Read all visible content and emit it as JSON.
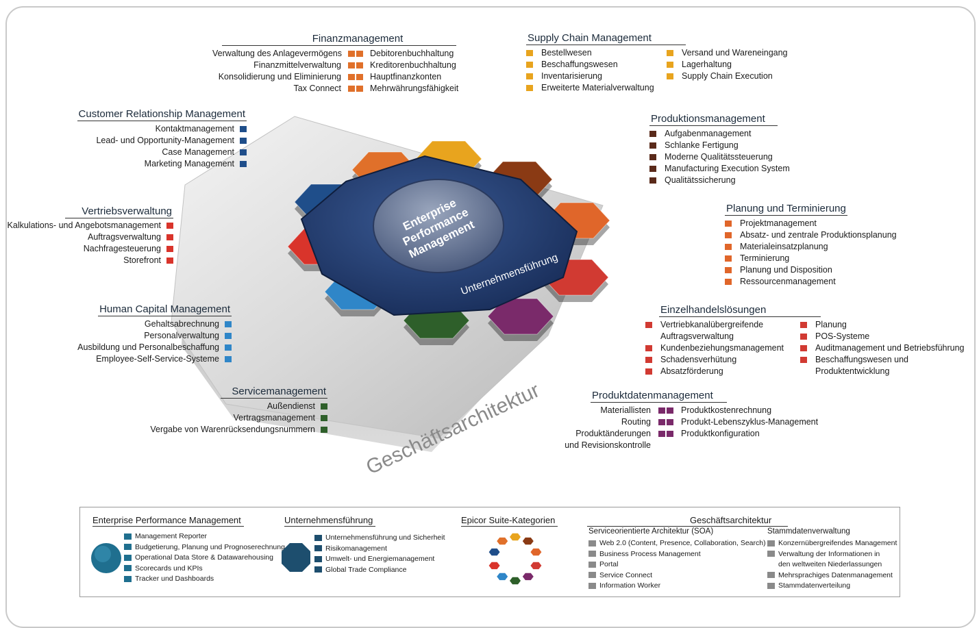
{
  "center": {
    "title_lines": [
      "Enterprise",
      "Performance",
      "Management"
    ],
    "ring_label": "Unternehmensführung",
    "base_label": "Geschäftsarchitektur"
  },
  "colors": {
    "finanz": "#e0702a",
    "scm": "#e8a41e",
    "crm": "#1f4e8a",
    "vertrieb": "#d9342b",
    "hcm": "#2f86c8",
    "service": "#2e5f2a",
    "produktion": "#5a2a1a",
    "planung": "#e0662a",
    "einzelhandel": "#d13a32",
    "produktdaten": "#7a2a6a",
    "epm": "#1f6f8f",
    "uf": "#1d4e6e",
    "ga": "#8a8a8a",
    "hub": "#1b3563"
  },
  "groups": {
    "finanz": {
      "title": "Finanzmanagement",
      "left": [
        "Verwaltung des Anlagevermögens",
        "Finanzmittelverwaltung",
        "Konsolidierung und Eliminierung",
        "Tax Connect"
      ],
      "right": [
        "Debitorenbuchhaltung",
        "Kreditorenbuchhaltung",
        "Hauptfinanzkonten",
        "Mehrwährungsfähigkeit"
      ]
    },
    "scm": {
      "title": "Supply Chain Management",
      "col1": [
        "Bestellwesen",
        "Beschaffungswesen",
        "Inventarisierung",
        "Erweiterte Materialverwaltung"
      ],
      "col2": [
        "Versand und Wareneingang",
        "Lagerhaltung",
        "Supply Chain Execution"
      ]
    },
    "crm": {
      "title": "Customer Relationship Management",
      "items": [
        "Kontaktmanagement",
        "Lead- und Opportunity-Management",
        "Case Management",
        "Marketing Management"
      ]
    },
    "produktion": {
      "title": "Produktionsmanagement",
      "items": [
        "Aufgabenmanagement",
        "Schlanke Fertigung",
        "Moderne Qualitätssteuerung",
        "Manufacturing Execution System",
        "Qualitätssicherung"
      ]
    },
    "vertrieb": {
      "title": "Vertriebsverwaltung",
      "items": [
        "Kalkulations- und Angebotsmanagement",
        "Auftragsverwaltung",
        "Nachfragesteuerung",
        "Storefront"
      ]
    },
    "planung": {
      "title": "Planung und Terminierung",
      "items": [
        "Projektmanagement",
        "Absatz- und zentrale Produktionsplanung",
        "Materialeinsatzplanung",
        "Terminierung",
        "Planung und Disposition",
        "Ressourcenmanagement"
      ]
    },
    "hcm": {
      "title": "Human Capital Management",
      "items": [
        "Gehaltsabrechnung",
        "Personalverwaltung",
        "Ausbildung und Personalbeschaffung",
        "Employee-Self-Service-Systeme"
      ]
    },
    "einzelhandel": {
      "title": "Einzelhandelslösungen",
      "col1": [
        "Vertriebkanalübergreifende",
        "Auftragsverwaltung",
        "Kundenbeziehungsmanagement",
        "Schadensverhütung",
        "Absatzförderung"
      ],
      "col2": [
        "Planung",
        "POS-Systeme",
        "Auditmanagement und Betriebsführung",
        "Beschaffungswesen und",
        "Produktentwicklung"
      ]
    },
    "service": {
      "title": "Servicemanagement",
      "items": [
        "Außendienst",
        "Vertragsmanagement",
        "Vergabe von Warenrücksendungsnummern"
      ]
    },
    "produktdaten": {
      "title": "Produktdatenmanagement",
      "left": [
        "Materiallisten",
        "Routing",
        "Produktänderungen",
        "und Revisionskontrolle"
      ],
      "right": [
        "Produktkostenrechnung",
        "Produkt-Lebenszyklus-Management",
        "Produktkonfiguration"
      ]
    }
  },
  "legend": {
    "epm": {
      "title": "Enterprise Performance Management",
      "items": [
        "Management Reporter",
        "Budgetierung, Planung und Prognoserechnung",
        "Operational Data Store & Datawarehousing",
        "Scorecards und KPIs",
        "Tracker und Dashboards"
      ]
    },
    "uf": {
      "title": "Unternehmensführung",
      "items": [
        "Unternehmensführung und Sicherheit",
        "Risikomanagement",
        "Umwelt- und Energiemanagement",
        "Global Trade Compliance"
      ]
    },
    "suite": {
      "title": "Epicor Suite-Kategorien"
    },
    "ga": {
      "title": "Geschäftsarchitektur",
      "soa_title": "Serviceorientierte Architektur (SOA)",
      "soa_items": [
        "Web 2.0 (Content, Presence, Collaboration, Search)",
        "Business Process Management",
        "Portal",
        "Service Connect",
        "Information Worker"
      ],
      "stamm_title": "Stammdatenverwaltung",
      "stamm_items": [
        "Konzernübergreifendes Management",
        "Verwaltung der Informationen in",
        "den weltweiten Niederlassungen",
        "Mehrsprachiges Datenmanagement",
        "Stammdatenverteilung"
      ]
    }
  }
}
